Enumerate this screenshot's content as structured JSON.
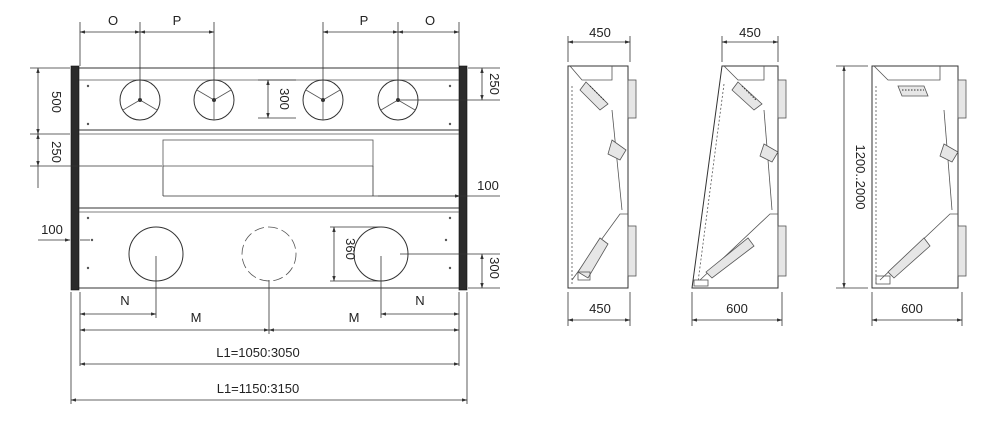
{
  "front_view": {
    "top_labels": [
      "O",
      "P",
      "P",
      "O"
    ],
    "left_labels": [
      "500",
      "250",
      "100"
    ],
    "right_labels": [
      "250",
      "100",
      "300"
    ],
    "inner_labels": {
      "grill_height": "300",
      "round_diameter": "360"
    },
    "bottom_labels": {
      "n_left": "N",
      "m_left": "M",
      "m_right": "M",
      "n_right": "N",
      "l1_inner": "L1=1050:3050",
      "l1_outer": "L1=1150:3150"
    }
  },
  "side_views": [
    {
      "name": "side-view-450",
      "top": "450",
      "bottom": "450"
    },
    {
      "name": "side-view-450-600",
      "top": "450",
      "bottom": "600"
    },
    {
      "name": "side-view-600",
      "top": "",
      "bottom": "600",
      "height": "1200..2000"
    }
  ]
}
